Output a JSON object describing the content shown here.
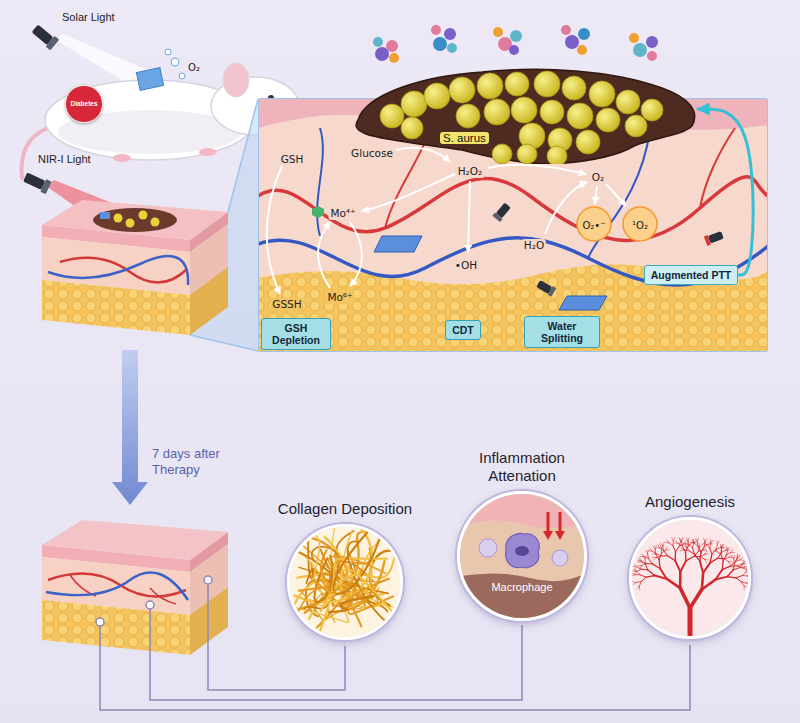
{
  "diagram": {
    "nodes": [
      {
        "text": [
          "Diabetes"
        ]
      },
      {
        "text": [
          "S. aurus"
        ]
      },
      {
        "text": [
          "Augmented PTT"
        ]
      },
      {
        "text": [
          "GSH Depletion"
        ]
      },
      {
        "text": [
          "CDT"
        ]
      },
      {
        "text": [
          "Water Splitting"
        ]
      },
      {
        "text": [
          "Collagen Deposition"
        ]
      },
      {
        "text": [
          "Inflammation Attenation",
          "Macrophage"
        ]
      },
      {
        "text": [
          "Angiogenesis"
        ]
      }
    ],
    "edges": [
      {
        "from": 2,
        "to": 1,
        "arrow": "to"
      }
    ],
    "labels": [
      "Solar Light",
      "O₂",
      "NIR-I Light",
      "GSH",
      "Glucose",
      "H₂O₂",
      "O₂",
      "Mo⁴⁺",
      "O₂•⁻",
      "¹O₂",
      "H₂O",
      "•OH",
      "Mo⁶⁺",
      "GSSH",
      "7 days after Therapy"
    ]
  }
}
